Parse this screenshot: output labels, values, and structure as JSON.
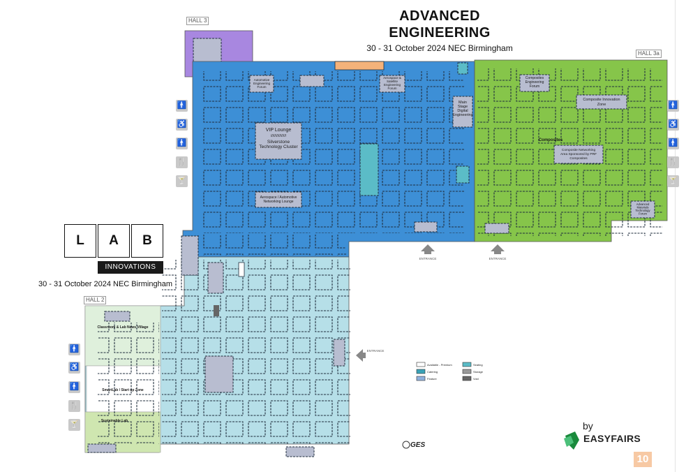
{
  "header": {
    "title_line1": "ADVANCED",
    "title_line2": "ENGINEERING",
    "subtitle": "30 - 31 October 2024 NEC Birmingham"
  },
  "halls": {
    "hall3": "HALL 3",
    "hall3a": "HALL 3a",
    "hall2": "HALL 2"
  },
  "areas": {
    "automotive_forum": [
      "Automotive",
      "Engineering",
      "Forum"
    ],
    "aerospace_forum": [
      "Aerospace &",
      "Satellite",
      "Engineering",
      "Forum"
    ],
    "main_stage": [
      "Main",
      "Stage",
      "Digital",
      "Engineering"
    ],
    "vip_lounge": "VIP Lounge",
    "vip_divider": "////////////////",
    "silverstone": [
      "Silverstone",
      "Technology Cluster"
    ],
    "aero_auto_lounge": [
      "Aerospace / Automotive",
      "Networking Lounge"
    ],
    "composites_forum": [
      "Composites",
      "Engineering",
      "Forum"
    ],
    "composite_innovation": [
      "Composite Innovation",
      "Zone"
    ],
    "composites_label": "Composites",
    "composite_networking": [
      "Composite Networking",
      "Area Sponsored by PRF",
      "Composites"
    ],
    "adv_materials": [
      "Advanced",
      "Materials",
      "Technology",
      "Forum"
    ],
    "classroom": "Classroom & Lab News Village",
    "smartlab": "SmartLab / Start up Zone",
    "sustainable": "Sustainable Lab",
    "entrance": "ENTRANCE"
  },
  "legend": [
    {
      "label": "Available - Premium",
      "color": "#ffffff"
    },
    {
      "label": "Seating",
      "color": "#5bbcc7"
    },
    {
      "label": "Catering",
      "color": "#3aa3b8"
    },
    {
      "label": "Storage",
      "color": "#9a9a9a"
    },
    {
      "label": "Feature",
      "color": "#8fb1dd"
    },
    {
      "label": "Void",
      "color": "#666666"
    }
  ],
  "lab": {
    "letters": [
      "L",
      "A",
      "B"
    ],
    "innovations": "INNOVATIONS",
    "date": "30 - 31 October 2024 NEC Birmingham"
  },
  "branding": {
    "by": "by",
    "easyfairs": "EASYFAIRS",
    "ges": "GES",
    "page_number": "10"
  },
  "facility_icons": [
    "toilet-icon",
    "wheelchair-icon",
    "toilet-icon",
    "restaurant-icon",
    "bar-icon"
  ],
  "colors": {
    "hall3_blue": "#3d8fd6",
    "hall3a_green": "#86c54a",
    "hall2_light": "#b6dfe8",
    "hall3_purple": "#a887e0",
    "stand_outline": "#1f2d3d",
    "feature_grey": "#b8bdd0",
    "catering_orange": "#f4b27a"
  }
}
